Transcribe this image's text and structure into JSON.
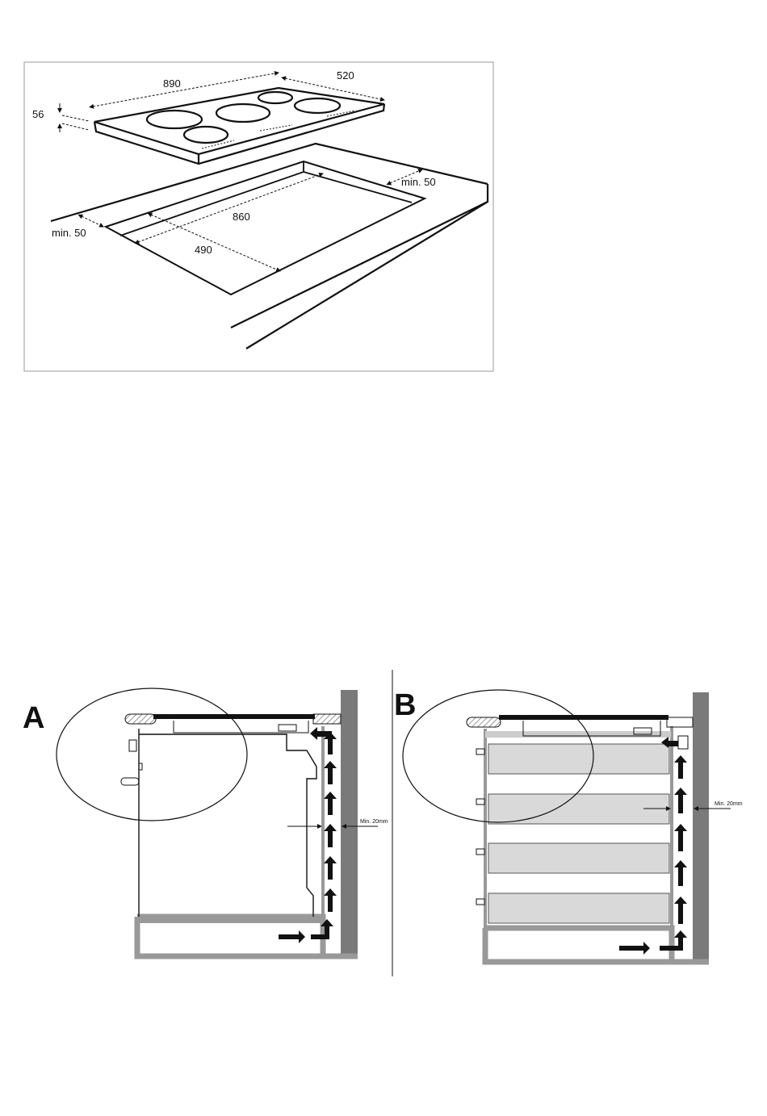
{
  "top_diagram": {
    "dims": {
      "width": "890",
      "depth": "520",
      "height": "56",
      "cutout_width": "860",
      "cutout_depth": "490",
      "min_front": "min. 50",
      "min_back": "min. 50"
    }
  },
  "bottom_diagrams": {
    "label_a": "A",
    "label_b": "B",
    "gap_a": "Min. 20mm",
    "gap_b": "Min. 20mm"
  },
  "colors": {
    "line": "#111111",
    "wall": "#7a7a7a",
    "drawer": "#d9d9d9",
    "frame": "#999999"
  }
}
